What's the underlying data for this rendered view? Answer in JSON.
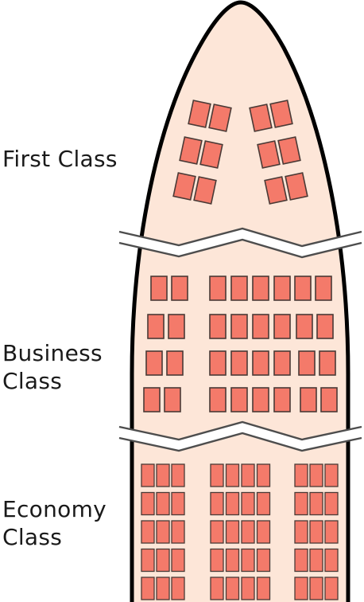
{
  "sections": [
    {
      "id": "first",
      "label": "First Class"
    },
    {
      "id": "business",
      "label": "Business\nClass"
    },
    {
      "id": "economy",
      "label": "Economy\nClass"
    }
  ],
  "colors": {
    "fuselage_fill": "#fde6d8",
    "outline": "#000000",
    "seat_fill": "#f47a6a",
    "seat_stroke": "#4a3a36",
    "break_line": "#4d4d4d"
  }
}
